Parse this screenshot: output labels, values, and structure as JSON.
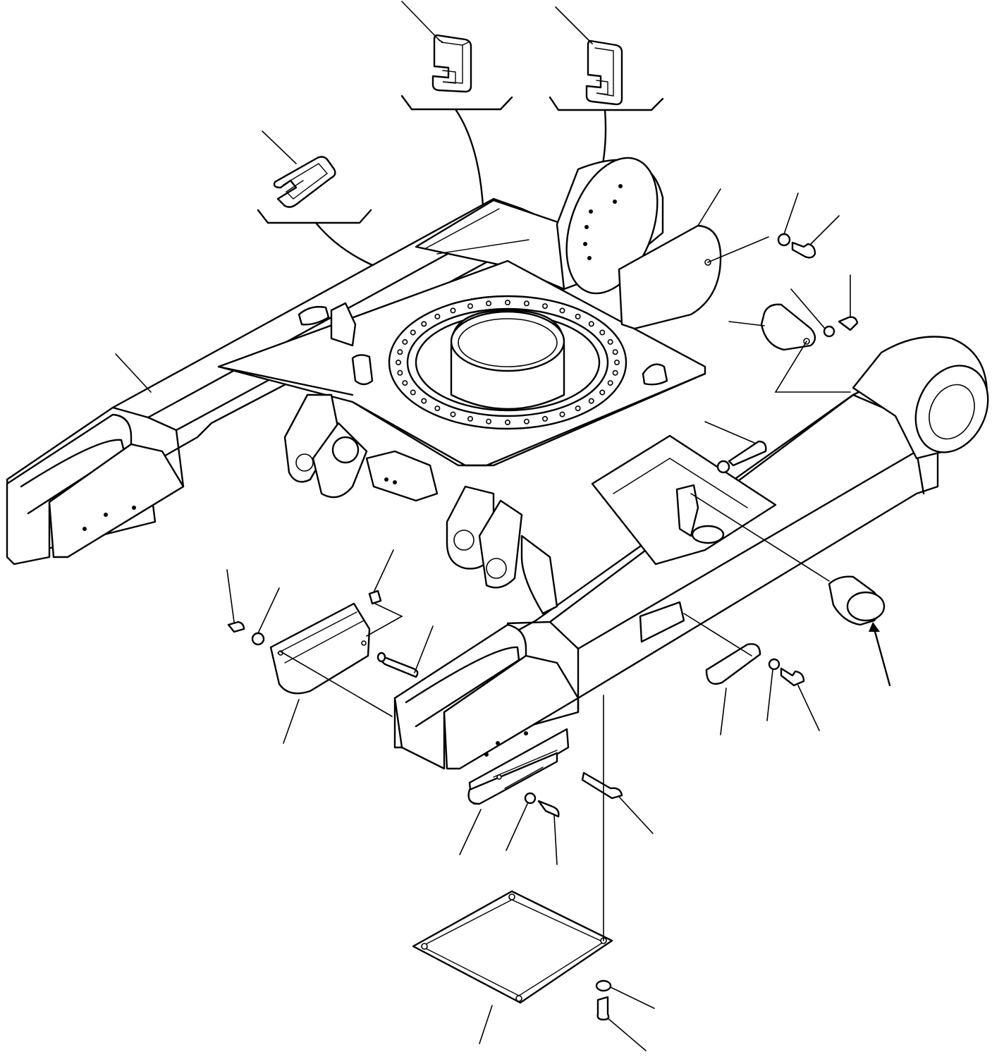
{
  "diagram": {
    "kind": "exploded-parts-view",
    "subject": "undercarriage-track-frame",
    "colors": {
      "line": "#000000",
      "background": "#ffffff"
    },
    "parts": [
      "c-clamp-grommet-left",
      "c-clamp-grommet-center",
      "c-clamp-grommet-right",
      "track-frame",
      "rear-cover-plate",
      "washer",
      "bolt",
      "oval-cover-plate",
      "pin",
      "track-guard-bracket",
      "idler-guard",
      "bottom-cover-plate",
      "travel-stopper-cushion"
    ]
  }
}
